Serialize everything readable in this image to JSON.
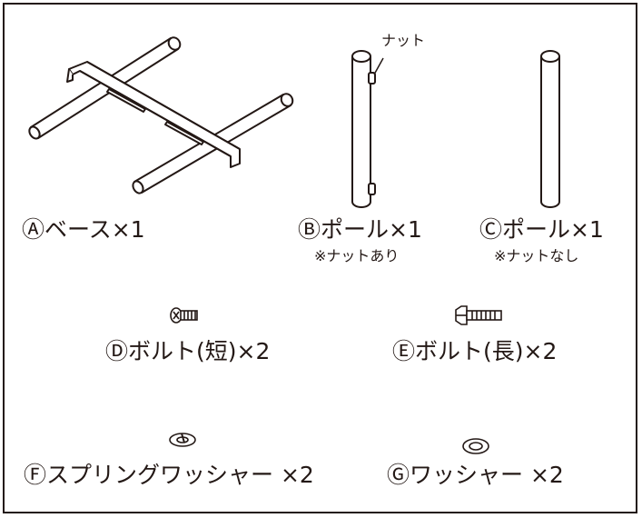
{
  "parts": {
    "a": {
      "badge": "Ⓐ",
      "name": "ベース×1"
    },
    "b": {
      "badge": "Ⓑ",
      "name": "ポール×1",
      "note": "※ナットあり",
      "callout": "ナット"
    },
    "c": {
      "badge": "Ⓒ",
      "name": "ポール×1",
      "note": "※ナットなし"
    },
    "d": {
      "badge": "Ⓓ",
      "name": "ボルト(短)×2"
    },
    "e": {
      "badge": "Ⓔ",
      "name": "ボルト(長)×2"
    },
    "f": {
      "badge": "Ⓕ",
      "name": "スプリングワッシャー ×2"
    },
    "g": {
      "badge": "Ⓖ",
      "name": "ワッシャー ×2"
    }
  }
}
